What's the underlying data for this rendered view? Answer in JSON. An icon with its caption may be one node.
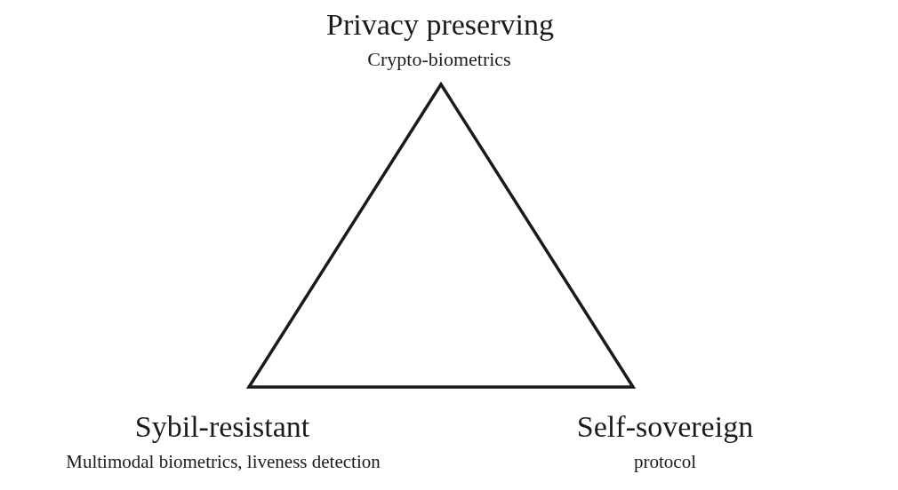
{
  "diagram": {
    "nodes": [
      {
        "text": [],
        "shape": "triangle"
      }
    ],
    "labels": [
      "Privacy preserving",
      "Crypto-biometrics",
      "Sybil-resistant",
      "Multimodal biometrics, liveness detection",
      "Self-sovereign",
      "protocol"
    ]
  }
}
